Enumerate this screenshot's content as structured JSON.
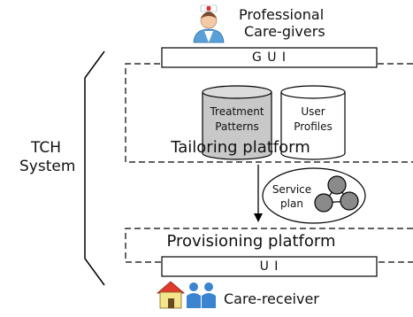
{
  "actors": {
    "caregivers_line1": "Professional",
    "caregivers_line2": "Care-givers",
    "receiver": "Care-receiver"
  },
  "system": {
    "label_line1": "TCH",
    "label_line2": "System"
  },
  "boxes": {
    "gui": "G U I",
    "ui": "U I",
    "tailoring": "Tailoring platform",
    "provisioning": "Provisioning platform"
  },
  "databases": {
    "treatment_line1": "Treatment",
    "treatment_line2": "Patterns",
    "profiles_line1": "User",
    "profiles_line2": "Profiles"
  },
  "service_plan": {
    "line1": "Service",
    "line2": "plan"
  }
}
